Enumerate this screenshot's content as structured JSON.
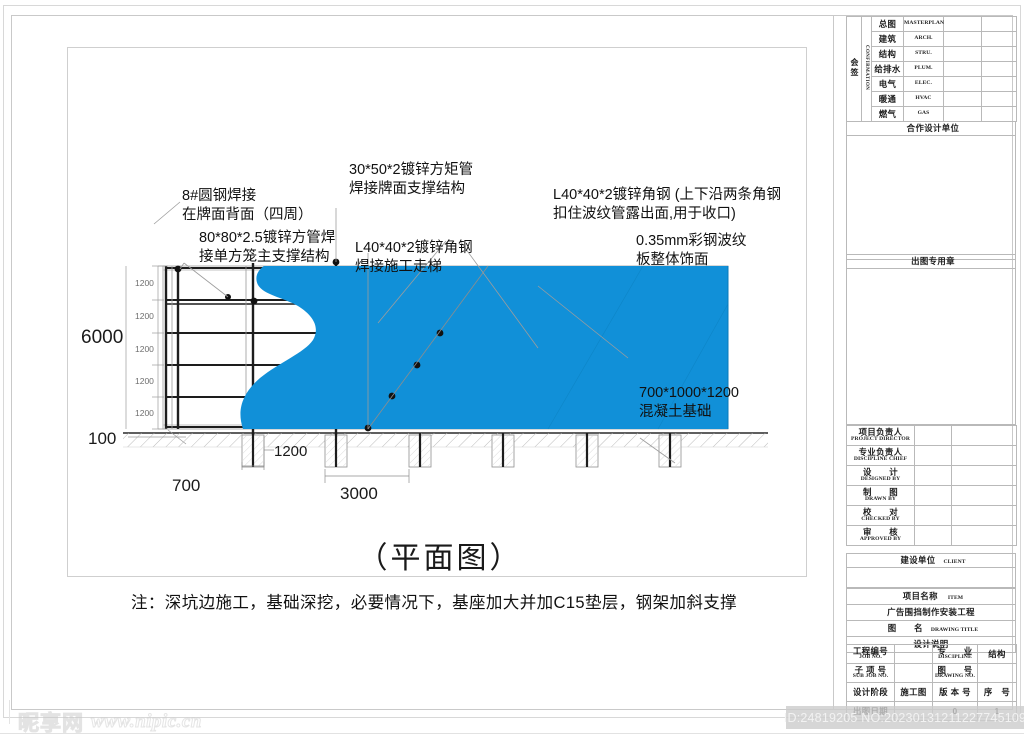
{
  "sheet": {
    "plan_caption": "（平面图）",
    "note": "注：深坑边施工，基础深挖，必要情况下，基座加大并加C15垫层，钢架加斜支撑"
  },
  "drawing": {
    "annotations": [
      {
        "id": "round-steel",
        "line1": "8#圆钢焊接",
        "line2": "在牌面背面（四周）"
      },
      {
        "id": "square-tube-main",
        "line1": "80*80*2.5镀锌方管焊",
        "line2": "接单方笼主支撑结构"
      },
      {
        "id": "rect-tube-face",
        "line1": "30*50*2镀锌方矩管",
        "line2": "焊接牌面支撑结构"
      },
      {
        "id": "angle-steel-ladder",
        "line1": "L40*40*2镀锌角钢",
        "line2": "焊接施工走梯"
      },
      {
        "id": "angle-steel-edge",
        "line1": "L40*40*2镀锌角钢 (上下沿两条角钢",
        "line2": "扣住波纹管露出面,用于收口)"
      },
      {
        "id": "color-steel-panel",
        "line1": "0.35mm彩钢波纹",
        "line2": "板整体饰面"
      },
      {
        "id": "concrete-footing",
        "line1": "700*1000*1200",
        "line2": "混凝土基础"
      }
    ],
    "dimensions": {
      "overall_height": "6000",
      "bay_heights": [
        "1200",
        "1200",
        "1200",
        "1200",
        "1200"
      ],
      "ground_offset": "100",
      "footing_width": "700",
      "footing_gap": "1200",
      "column_spacing": "3000"
    },
    "colors": {
      "panel_blue": "#1190d8",
      "line_dark": "#1a1a1a",
      "line_light": "#9a9a9a"
    }
  },
  "title_block": {
    "confirmation": {
      "label_cn": "会签",
      "label_en": "CONFIRMATION",
      "rows": [
        {
          "cn": "总图",
          "en": "MASTERPLAN",
          "v1": "",
          "v2": ""
        },
        {
          "cn": "建筑",
          "en": "ARCH.",
          "v1": "",
          "v2": ""
        },
        {
          "cn": "结构",
          "en": "STRU.",
          "v1": "",
          "v2": ""
        },
        {
          "cn": "给排水",
          "en": "PLUM.",
          "v1": "",
          "v2": ""
        },
        {
          "cn": "电气",
          "en": "ELEC.",
          "v1": "",
          "v2": ""
        },
        {
          "cn": "暖通",
          "en": "HVAC",
          "v1": "",
          "v2": ""
        },
        {
          "cn": "燃气",
          "en": "GAS",
          "v1": "",
          "v2": ""
        }
      ]
    },
    "partner_unit": "合作设计单位",
    "official_stamp": "出图专用章",
    "responsibility": [
      {
        "cn": "项目负责人",
        "en": "PROJECT DIRECTOR",
        "v1": "",
        "v2": ""
      },
      {
        "cn": "专业负责人",
        "en": "DISCIPLINE CHIEF",
        "v1": "",
        "v2": ""
      },
      {
        "cn": "设　　计",
        "en": "DESIGNED BY",
        "v1": "",
        "v2": ""
      },
      {
        "cn": "制　　图",
        "en": "DRAWN BY",
        "v1": "",
        "v2": ""
      },
      {
        "cn": "校　　对",
        "en": "CHECKED BY",
        "v1": "",
        "v2": ""
      },
      {
        "cn": "审　　核",
        "en": "APPROVED BY",
        "v1": "",
        "v2": ""
      }
    ],
    "client": {
      "cn": "建设单位",
      "en": "CLIENT",
      "value": ""
    },
    "project": {
      "label_cn": "项目名称",
      "label_en": "ITEM",
      "value": "广告围挡制作安装工程"
    },
    "drawing_title": {
      "label_cn": "图　　名",
      "label_en": "DRAWING TITLE",
      "value": "设计说明"
    },
    "job": {
      "job_no_cn": "工程编号",
      "job_no_en": "JOB NO.",
      "job_no_value": "",
      "discipline_cn": "专　　业",
      "discipline_en": "DISCIPLINE",
      "discipline_value": "结构",
      "sub_job_cn": "子 项 号",
      "sub_job_en": "SUB JOB NO.",
      "sub_job_value": "",
      "drawing_no_cn": "图　　号",
      "drawing_no_en": "DRAWING NO.",
      "drawing_no_value": "",
      "stage_cn": "设计阶段",
      "stage_value": "施工图",
      "version_cn": "版 本 号",
      "version_value": "0",
      "seq_cn": "序　号",
      "seq_value": "1",
      "date_cn": "出图日期",
      "date_value": ""
    }
  },
  "watermark": {
    "logo": "昵享网",
    "url": "www.nipic.cn"
  },
  "id_bar": {
    "text": "ID:24819205 NO:20230131211227745109"
  }
}
